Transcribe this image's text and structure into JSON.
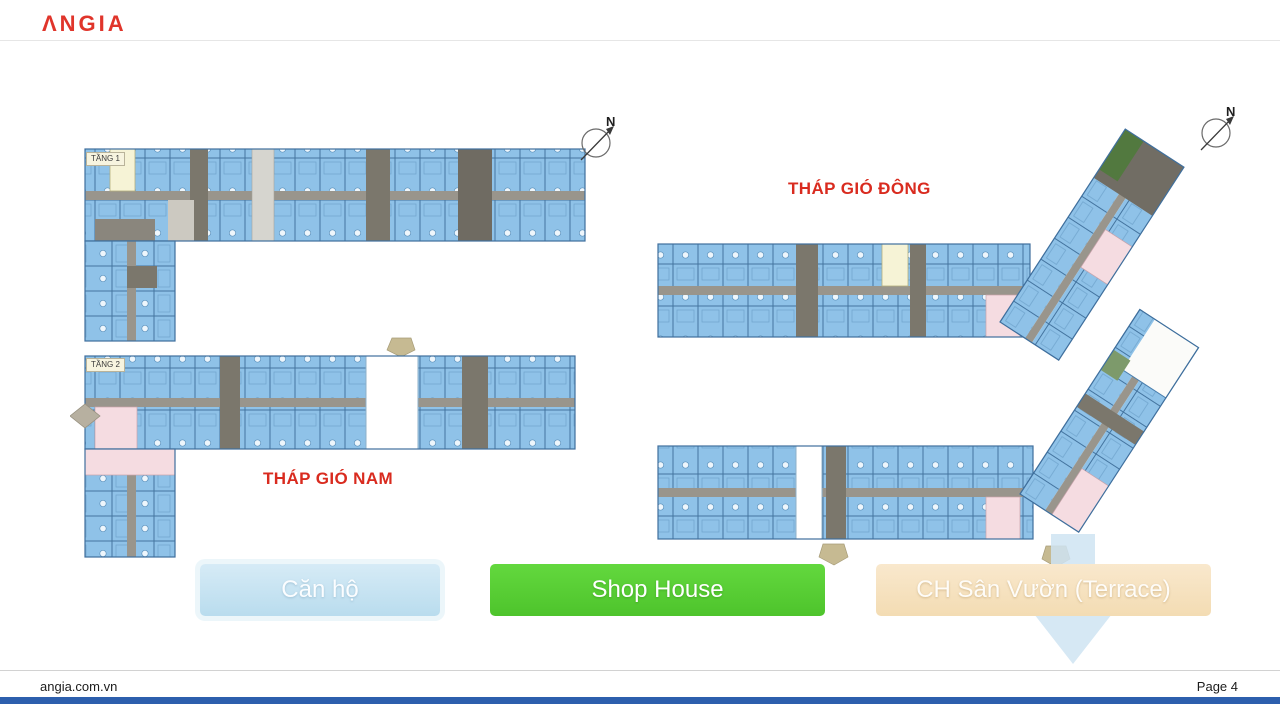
{
  "header": {
    "logo_text": "ΛNGIA"
  },
  "plans": {
    "compass_label": "N",
    "left_tower": {
      "floor1_label": "TẦNG 1",
      "floor2_label": "TẦNG 2",
      "name": "THÁP GIÓ NAM"
    },
    "right_tower": {
      "name": "THÁP GIÓ ĐÔNG"
    }
  },
  "legend": {
    "items": [
      {
        "label": "Căn hộ",
        "color": "#bfdeee"
      },
      {
        "label": "Shop House",
        "color": "#56ce33"
      },
      {
        "label": "CH Sân Vườn (Terrace)",
        "color": "#f5dfbd"
      }
    ]
  },
  "footer": {
    "website": "angia.com.vn",
    "page_label": "Page 4"
  }
}
